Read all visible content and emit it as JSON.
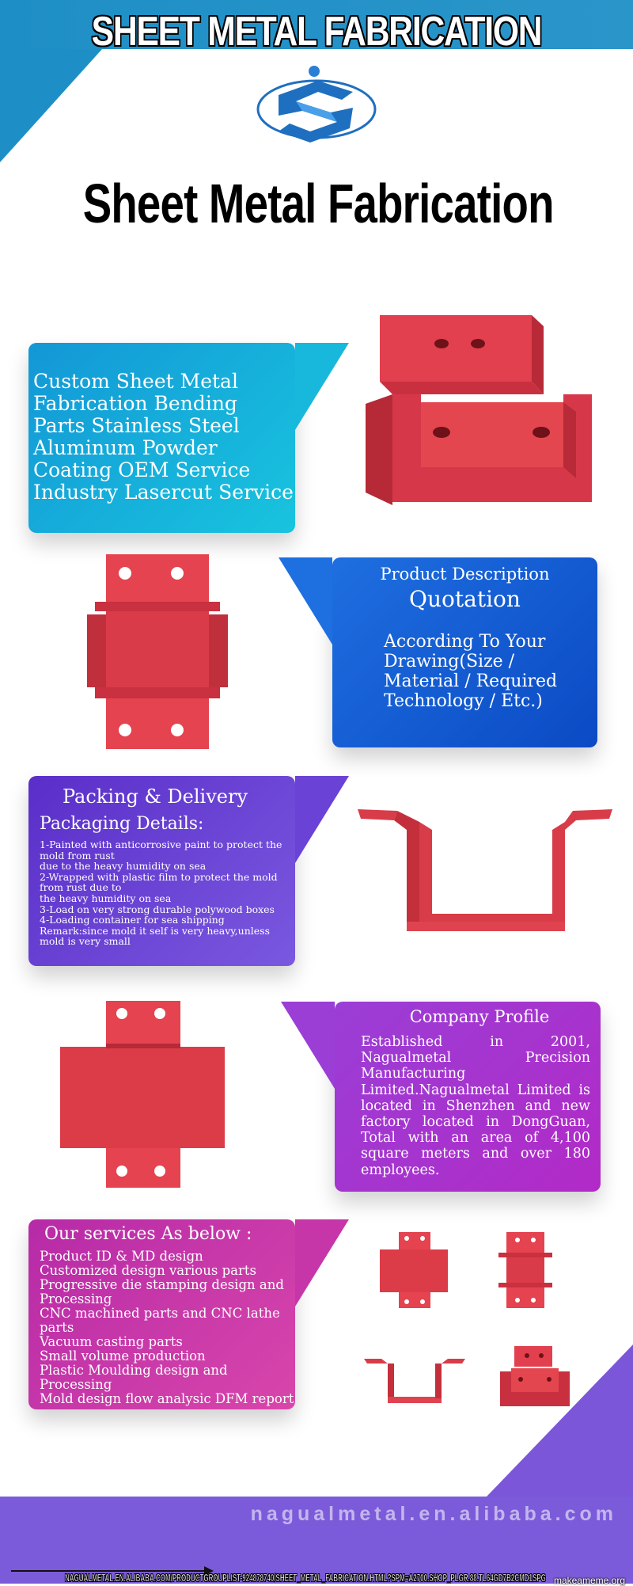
{
  "header": {
    "banner_title": "SHEET METAL FABRICATION",
    "main_title": "Sheet Metal Fabrication"
  },
  "colors": {
    "banner_blue": "#1e8fc6",
    "footer_purple": "#7b5bd9",
    "part_red": "#d93a48"
  },
  "cards": {
    "product": {
      "title": "Custom Sheet Metal Fabrication Bending Parts Stainless Steel Aluminum Powder Coating OEM Service Industry Lasercut Service"
    },
    "description": {
      "heading": "Product Description",
      "subheading": "Quotation",
      "body": "According To Your Drawing(Size / Material / Required Technology / Etc.)"
    },
    "packing": {
      "heading": "Packing & Delivery",
      "subheading": "Packaging Details:",
      "body": "1-Painted with anticorrosive paint to protect the mold from rust\ndue to the heavy humidity on sea\n2-Wrapped with plastic film to protect the mold from rust due to\nthe heavy humidity on sea\n3-Load on very strong durable polywood boxes\n4-Loading container for sea shipping\nRemark:since mold it self is very heavy,unless mold is very small"
    },
    "company": {
      "heading": "Company Profile",
      "body": "Established in 2001, Nagualmetal Precision Manufacturing Limited.Nagualmetal Limited is located in Shenzhen and new factory located in DongGuan, Total with an area of 4,100 square meters and over 180 employees."
    },
    "services": {
      "heading": "Our services As below :",
      "items": [
        "Product ID & MD design",
        "Customized design various parts",
        "Progressive die stamping design and Processing",
        "CNC machined parts and CNC lathe parts",
        "Vacuum casting parts",
        "Small volume production",
        "Plastic Moulding design and Processing",
        "Mold design flow analysic DFM report"
      ]
    }
  },
  "footer": {
    "domain": "nagualmetal.en.alibaba.com",
    "link": "NAGUALMETAL.EN.ALIBABA.COM/PRODUCTGROUPLIST-924878740/SHEET_METAL_FABRICATION.HTML?SPM=A2700.SHOP_PLGR.88.TL64GD7B2CMD1SPG",
    "watermark": "makeameme.org"
  }
}
